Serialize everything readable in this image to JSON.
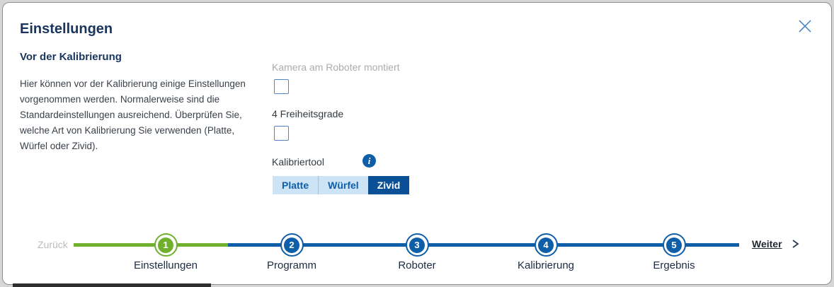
{
  "dialog": {
    "title": "Einstellungen"
  },
  "intro": {
    "heading": "Vor der Kalibrierung",
    "body": "Hier können vor der Kalibrierung einige Einstellungen vorgenommen werden. Normalerweise sind die Standardeinstellungen ausreichend. Überprüfen Sie, welche Art von Kalibrierung Sie verwenden (Platte, Würfel oder Zivid)."
  },
  "form": {
    "camera": {
      "label": "Kamera am Roboter montiert",
      "checked": false,
      "disabled": true
    },
    "dof": {
      "label": "4 Freiheitsgrade",
      "checked": false
    },
    "tool": {
      "label": "Kalibriertool",
      "info_glyph": "i",
      "options": [
        {
          "label": "Platte",
          "selected": false
        },
        {
          "label": "Würfel",
          "selected": false
        },
        {
          "label": "Zivid",
          "selected": true
        }
      ]
    }
  },
  "wizard": {
    "back_label": "Zurück",
    "back_enabled": false,
    "next_label": "Weiter",
    "current_step": 1,
    "steps": [
      {
        "number": "1",
        "label": "Einstellungen",
        "state": "active"
      },
      {
        "number": "2",
        "label": "Programm",
        "state": "upcoming"
      },
      {
        "number": "3",
        "label": "Roboter",
        "state": "upcoming"
      },
      {
        "number": "4",
        "label": "Kalibrierung",
        "state": "upcoming"
      },
      {
        "number": "5",
        "label": "Ergebnis",
        "state": "upcoming"
      }
    ]
  },
  "colors": {
    "accent_blue": "#0f5ea8",
    "selected_blue": "#0b4f96",
    "light_blue_bg": "#cde4f6",
    "green": "#6fb12c",
    "heading_navy": "#19355e",
    "disabled_gray": "#a9acb0"
  }
}
